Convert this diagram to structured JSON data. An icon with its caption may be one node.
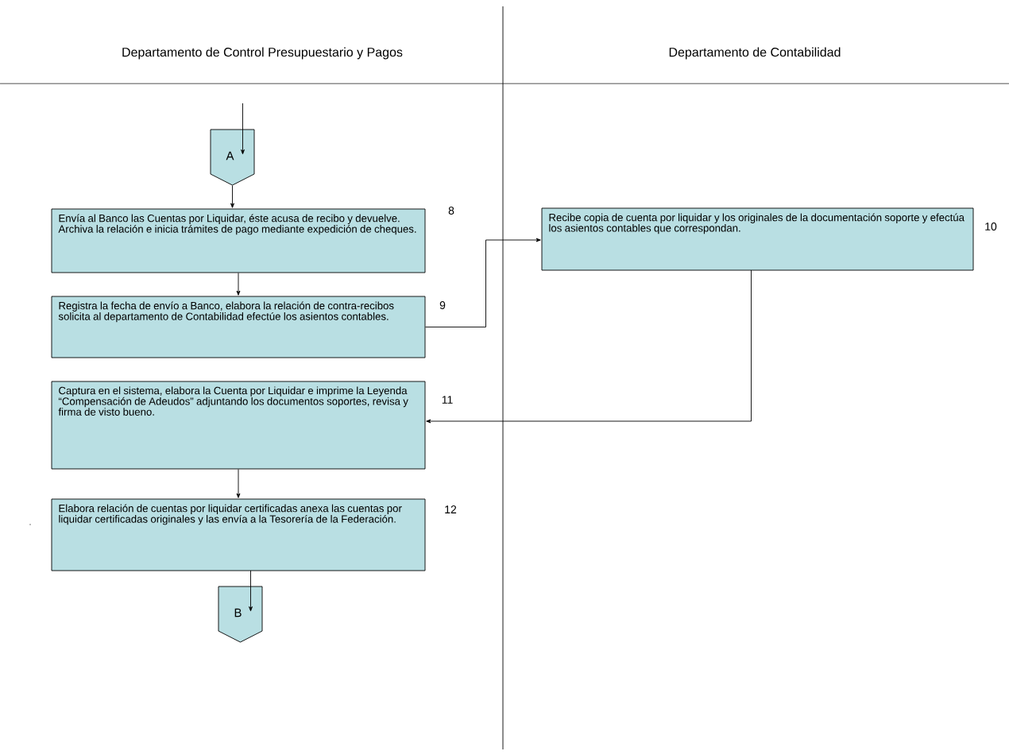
{
  "diagram": {
    "nodes": [
      {
        "text": [
          "A"
        ]
      },
      {
        "text": [
          "Envía al Banco las Cuentas por Liquidar, éste acusa de recibo y devuelve.  Archiva la relación e inicia trámites de pago mediante expedición de cheques."
        ],
        "beside": [
          "8"
        ]
      },
      {
        "text": [
          "Registra la fecha de envío a Banco, elabora la relación de contra-recibos solicita al departamento de Contabilidad efectúe los asientos contables."
        ],
        "beside": [
          "9"
        ]
      },
      {
        "text": [
          "Recibe copia de cuenta por liquidar y los originales de la documentación soporte y efectúa los asientos contables que correspondan."
        ],
        "beside": [
          "10"
        ]
      },
      {
        "text": [
          "Captura en el sistema, elabora la Cuenta por Liquidar e imprime la Leyenda  “Compensación de Adeudos” adjuntando los documentos soportes, revisa y firma de visto bueno."
        ],
        "beside": [
          "11"
        ]
      },
      {
        "text": [
          "Elabora relación de cuentas por liquidar certificadas anexa las cuentas por liquidar certificadas originales y las envía a la Tesorería de la Federación."
        ],
        "beside": [
          "12"
        ]
      },
      {
        "text": [
          "B"
        ]
      }
    ],
    "edges": [
      {
        "from": null,
        "to": 0,
        "arrow": "to"
      },
      {
        "from": 0,
        "to": 1,
        "arrow": "to"
      },
      {
        "from": 1,
        "to": 2,
        "arrow": "to"
      },
      {
        "from": 2,
        "to": 3,
        "arrow": "to"
      },
      {
        "from": 3,
        "to": 4,
        "arrow": "to"
      },
      {
        "from": 4,
        "to": 5,
        "arrow": "to"
      },
      {
        "from": 5,
        "to": 6,
        "arrow": "to"
      }
    ],
    "labels": [
      "Departamento de Control Presupuestario y Pagos",
      "Departamento de Contabilidad",
      "."
    ]
  }
}
